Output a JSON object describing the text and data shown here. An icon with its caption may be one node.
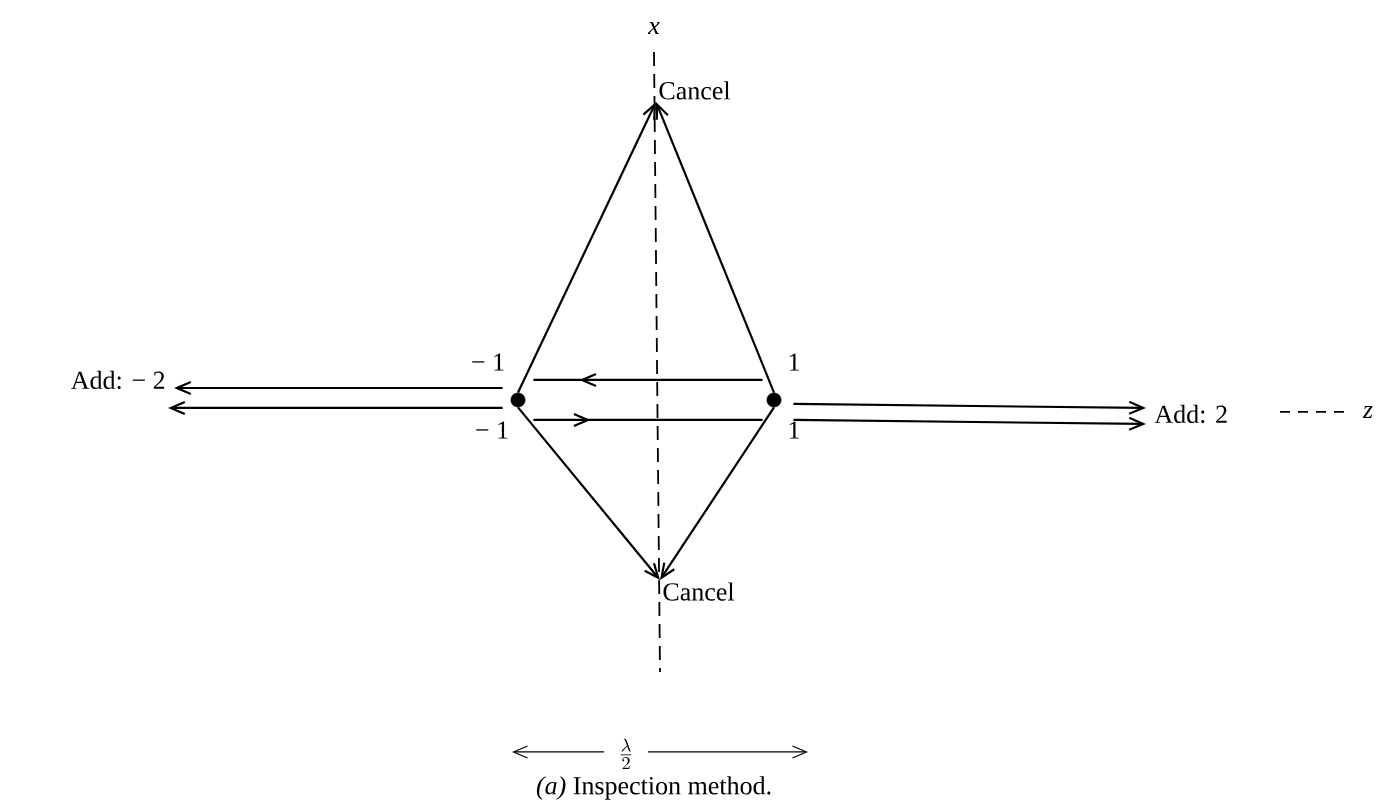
{
  "diagram": {
    "caption": "*(a)* Inspection method.",
    "nodes": [
      {
        "text": [],
        "shape": "circle"
      },
      {
        "text": [],
        "shape": "circle"
      },
      {
        "text": [
          "Cancel"
        ]
      },
      {
        "text": [
          "Cancel"
        ]
      },
      {
        "text": [
          "Add: − 2"
        ]
      },
      {
        "text": [
          "Add: 2"
        ]
      }
    ],
    "edges": [
      {
        "from": 0,
        "to": 2,
        "arrow": "to"
      },
      {
        "from": 1,
        "to": 2,
        "arrow": "to"
      },
      {
        "from": 0,
        "to": 3,
        "arrow": "to"
      },
      {
        "from": 1,
        "to": 3,
        "arrow": "to"
      },
      {
        "from": 1,
        "to": 0,
        "arrow": "to"
      },
      {
        "from": 0,
        "to": 1,
        "arrow": "to"
      },
      {
        "from": 0,
        "to": 4,
        "arrow": "to"
      },
      {
        "from": 0,
        "to": 4,
        "arrow": "to"
      },
      {
        "from": 1,
        "to": 5,
        "arrow": "to"
      },
      {
        "from": 1,
        "to": 5,
        "arrow": "to"
      }
    ],
    "labels": [
      "x",
      "− 1",
      "1",
      "− 1",
      "1",
      "z",
      "\\frac{\\lambda}{2}"
    ]
  }
}
